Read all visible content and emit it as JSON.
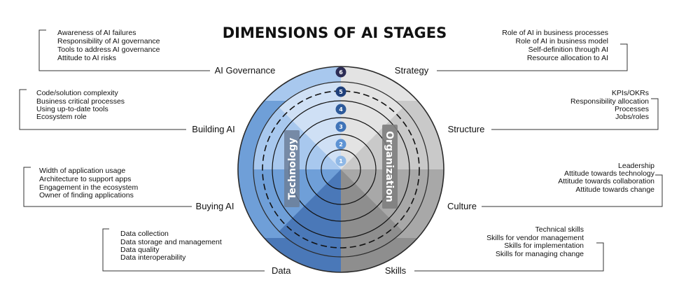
{
  "title": "DIMENSIONS OF AI STAGES",
  "colors": {
    "tech_light": "#cfe0f5",
    "tech_mid": "#a8c8ee",
    "tech_strong": "#6f9fd8",
    "tech_dark": "#4a78b8",
    "org_light": "#e3e3e3",
    "org_mid": "#c9c9c9",
    "org_strong": "#a8a8a8",
    "org_dark": "#8e8e8e"
  },
  "sides": {
    "left": "Technology",
    "right": "Organization"
  },
  "stages": [
    "1",
    "2",
    "3",
    "4",
    "5",
    "6"
  ],
  "dimensions": {
    "ai_governance": {
      "label": "AI Governance",
      "items": [
        "Awareness of AI failures",
        "Responsibility of AI governance",
        "Tools to address AI governance",
        "Attitude to AI risks"
      ]
    },
    "building_ai": {
      "label": "Building AI",
      "items": [
        "Code/solution complexity",
        "Business critical processes",
        "Using up-to-date tools",
        "Ecosystem role"
      ]
    },
    "buying_ai": {
      "label": "Buying AI",
      "items": [
        "Width of application usage",
        "Architecture to support apps",
        "Engagement in the ecosystem",
        "Owner of finding applications"
      ]
    },
    "data": {
      "label": "Data",
      "items": [
        "Data collection",
        "Data storage and management",
        "Data quality",
        "Data interoperability"
      ]
    },
    "strategy": {
      "label": "Strategy",
      "items": [
        "Role of AI in business processes",
        "Role of AI in business model",
        "Self-definition through AI",
        "Resource allocation to AI"
      ]
    },
    "structure": {
      "label": "Structure",
      "items": [
        "KPIs/OKRs",
        "Responsibility allocation",
        "Processes",
        "Jobs/roles"
      ]
    },
    "culture": {
      "label": "Culture",
      "items": [
        "Leadership",
        "Attitude towards technology",
        "Attitude towards collaboration",
        "Attitude towards change"
      ]
    },
    "skills": {
      "label": "Skills",
      "items": [
        "Technical skills",
        "Skills for vendor management",
        "Skills for implementation",
        "Skills for managing change"
      ]
    }
  }
}
